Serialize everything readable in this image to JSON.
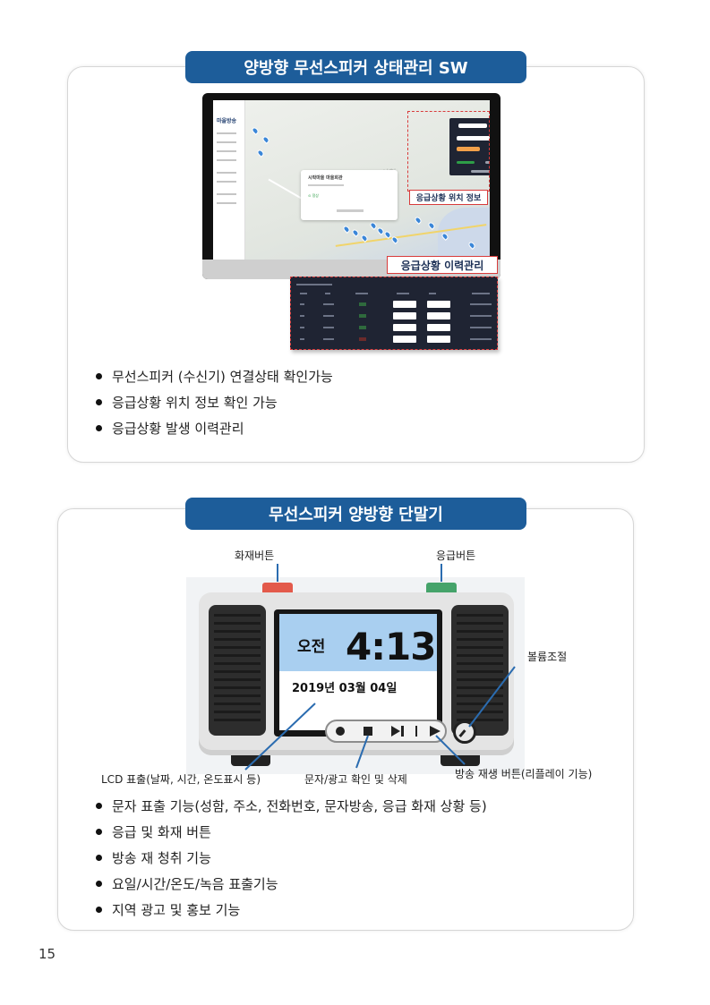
{
  "section1": {
    "title": "양방향 무선스피커 상태관리 SW",
    "screen": {
      "brand": "마을방송",
      "popup_title": "시락마을 마을회관",
      "popup_status": "⊙ 정상",
      "map_label": "시청"
    },
    "labels": {
      "location": "응급상황 위치 정보",
      "history": "응급상황 이력관리"
    },
    "bullets": [
      "무선스피커 (수신기) 연결상태 확인가능",
      "응급상황 위치 정보 확인 가능",
      "응급상황 발생 이력관리"
    ]
  },
  "section2": {
    "title": "무선스피커 양방향 단말기",
    "device": {
      "ampm": "오전",
      "time": "4:13",
      "date": "2019년 03월 04일"
    },
    "callouts": {
      "fire_button": "화재버튼",
      "emergency_button": "응급버튼",
      "volume": "볼륨조절",
      "lcd": "LCD 표출(날짜, 시간, 온도표시 등)",
      "message": "문자/광고 확인 및 삭제",
      "replay": "방송 재생 버튼(리플레이 기능)"
    },
    "icons": {
      "record": "record-icon",
      "stop": "stop-icon",
      "next": "next-track-icon",
      "play": "play-icon",
      "knob": "volume-knob-icon"
    },
    "bullets": [
      "문자 표출 기능(성함, 주소, 전화번호, 문자방송, 응급 화재 상황 등)",
      "응급 및 화재 버튼",
      "방송 재 청취 기능",
      "요일/시간/온도/녹음 표출기능",
      "지역 광고 및 홍보 기능"
    ]
  },
  "page_number": "15",
  "colors": {
    "title_bar": "#1d5d9a",
    "highlight_red": "#d83b3b",
    "fire_button": "#e35a4b",
    "emergency_button": "#45a36a",
    "lcd_sky": "#a9cff0"
  }
}
